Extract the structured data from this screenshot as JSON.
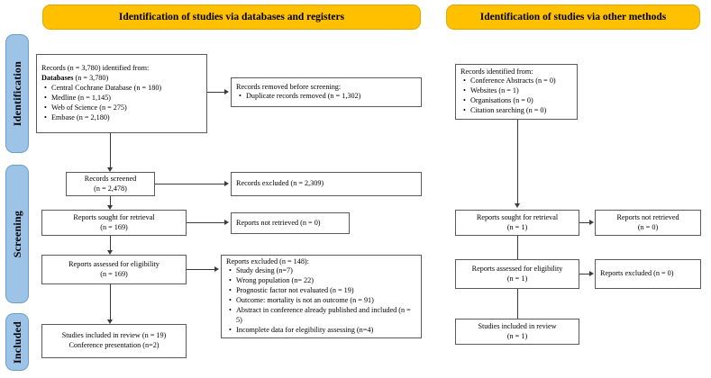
{
  "colors": {
    "banner": "#FFC000",
    "stage_label": "#9DC3E6",
    "box_border": "#5a5a5a",
    "connector": "#3a3a3a",
    "background": "#FFFFFF"
  },
  "banners": {
    "left": "Identification of studies via databases and registers",
    "right": "Identification of studies via other methods"
  },
  "stages": {
    "identification": "Identification",
    "screening": "Screening",
    "included": "Included"
  },
  "left_column": {
    "records_identified": {
      "line1": "Records (n = 3,780) identified from:",
      "line2_bold": "Databases",
      "line2_rest": " (n = 3,780)",
      "bullets": [
        "Central Cochrane Database (n = 180)",
        "Medline (n = 1,145)",
        "Web of Science (n = 275)",
        "Embase (n = 2,180)"
      ]
    },
    "records_removed": {
      "line1": "Records removed before screening:",
      "bullets": [
        "Duplicate records removed  (n = 1,302)"
      ]
    },
    "records_screened": {
      "line1": "Records screened",
      "line2": "(n = 2,478)"
    },
    "records_excluded": {
      "line1": "Records excluded (n = 2,309)"
    },
    "reports_sought": {
      "line1": "Reports sought for retrieval",
      "line2": "(n = 169)"
    },
    "reports_not_retrieved": {
      "line1": "Reports not retrieved (n = 0)"
    },
    "reports_assessed": {
      "line1": "Reports assessed for eligibility",
      "line2": "(n = 169)"
    },
    "reports_excluded": {
      "line1": "Reports excluded (n = 148):",
      "bullets": [
        "Study desing (n=7)",
        "Wrong population (n= 22)",
        "Prognostic factor not evaluated (n = 19)",
        "Outcome: mortality is not an outcome (n = 91)",
        "Abstract in conference already published and included (n = 5)",
        "Incomplete data for elegibility assessing (n=4)"
      ]
    },
    "studies_included": {
      "line1": "Studies included in review (n = 19)",
      "line2": "Conference presentation (n=2)"
    }
  },
  "right_column": {
    "records_identified": {
      "line1": "Records identified from:",
      "bullets": [
        "Conference Abstracts (n = 0)",
        "Websites (n = 1)",
        "Organisations (n = 0)",
        "Citation searching (n = 0)"
      ]
    },
    "reports_sought": {
      "line1": "Reports sought for retrieval",
      "line2": "(n = 1)"
    },
    "reports_not_retrieved": {
      "line1": "Reports not retrieved",
      "line2": "(n = 0)"
    },
    "reports_assessed": {
      "line1": "Reports assessed for eligibility",
      "line2": "(n = 1)"
    },
    "reports_excluded": {
      "line1": "Reports excluded (n = 0)"
    },
    "studies_included": {
      "line1": "Studies included in review",
      "line2": "(n = 1)"
    }
  }
}
